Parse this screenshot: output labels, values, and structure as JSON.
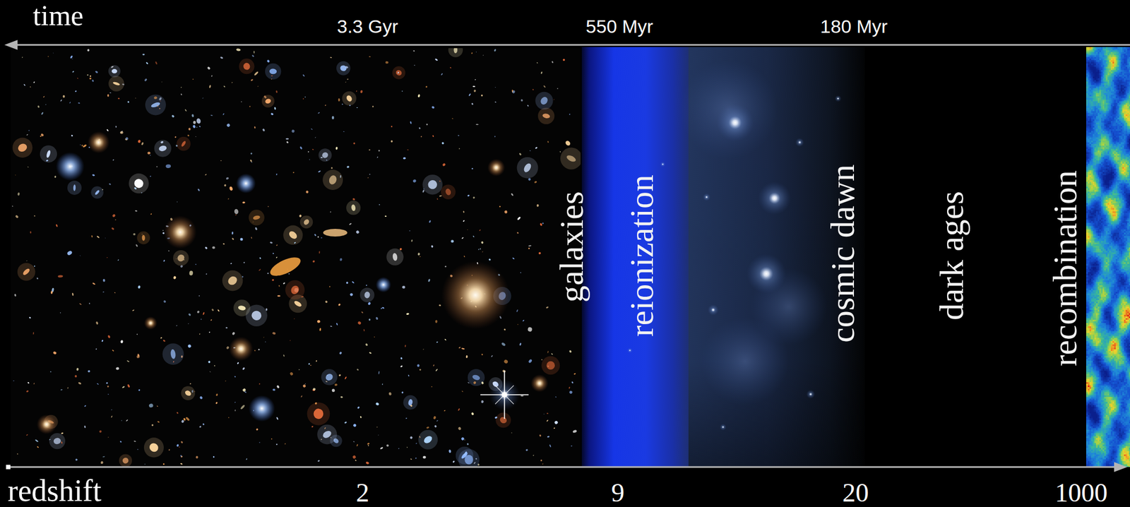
{
  "diagram": {
    "nodes": [
      {
        "text": [
          "galaxies"
        ]
      },
      {
        "text": [
          "reionization"
        ]
      },
      {
        "text": [
          "cosmic dawn"
        ]
      },
      {
        "text": [
          "dark ages"
        ]
      },
      {
        "text": [
          "recombination"
        ]
      }
    ],
    "labels": [
      "time",
      "3.3 Gyr",
      "550 Myr",
      "180 Myr",
      "redshift",
      "2",
      "9",
      "20",
      "1000"
    ]
  }
}
